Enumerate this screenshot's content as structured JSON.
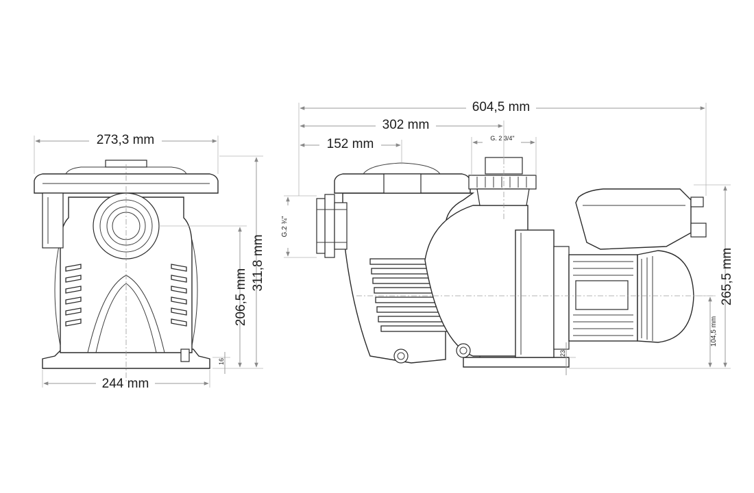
{
  "dimensions": {
    "front_width_top": "273,3 mm",
    "front_width_base": "244 mm",
    "front_height_total": "311,8 mm",
    "front_height_axis": "206,5 mm",
    "front_foot_height": "16",
    "side_total_length": "604,5 mm",
    "side_length_302": "302 mm",
    "side_length_152": "152 mm",
    "outlet_thread": "G. 2  3/4\"",
    "inlet_thread": "G.2 ¾\"",
    "side_height_total": "265,5 mm",
    "side_axis_height": "104,5 mm",
    "side_foot_height": "23"
  },
  "colors": {
    "outline": "#2a2a2a",
    "dimension_line": "#9a9a9a"
  }
}
